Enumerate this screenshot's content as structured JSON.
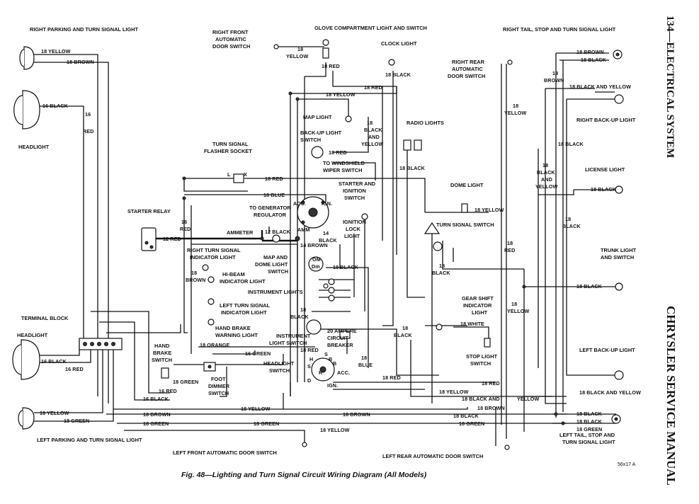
{
  "header": {
    "page_title": "134—ELECTRICAL SYSTEM",
    "manual_title": "CHRYSLER SERVICE MANUAL"
  },
  "caption": "Fig. 48—Lighting and Turn Signal Circuit Wiring Diagram (All Models)",
  "figure_ref": "56x17 A",
  "components": {
    "right_parking": "RIGHT PARKING AND TURN SIGNAL LIGHT",
    "headlight_upper": "HEADLIGHT",
    "headlight_lower": "HEADLIGHT",
    "terminal_block": "TERMINAL BLOCK",
    "left_parking": "LEFT PARKING AND TURN SIGNAL LIGHT",
    "rf_door_l1": "RIGHT FRONT",
    "rf_door_l2": "AUTOMATIC",
    "rf_door_l3": "DOOR SWITCH",
    "glove": "GLOVE COMPARTMENT LIGHT AND SWITCH",
    "clock": "CLOCK LIGHT",
    "rr_door_l1": "RIGHT REAR",
    "rr_door_l2": "AUTOMATIC",
    "rr_door_l3": "DOOR SWITCH",
    "right_tail": "RIGHT TAIL, STOP AND TURN SIGNAL LIGHT",
    "right_backup": "RIGHT BACK-UP LIGHT",
    "map_light": "MAP LIGHT",
    "backup_sw_l1": "BACK-UP LIGHT",
    "backup_sw_l2": "SWITCH",
    "wiper_l1": "TO WINDSHIELD",
    "wiper_l2": "WIPER SWITCH",
    "radio": "RADIO LIGHTS",
    "flasher_l1": "TURN SIGNAL",
    "flasher_l2": "FLASHER SOCKET",
    "starter_relay": "STARTER RELAY",
    "to_gen_l1": "TO GENERATOR",
    "to_gen_l2": "REGULATOR",
    "ammeter": "AMMETER",
    "ign_l1": "STARTER AND",
    "ign_l2": "IGNITION",
    "ign_l3": "SWITCH",
    "lock_l1": "IGNITION",
    "lock_l2": "LOCK",
    "lock_l3": "LIGHT",
    "dome": "DOME LIGHT",
    "license": "LICENSE LIGHT",
    "tsw": "TURN SIGNAL SWITCH",
    "rts_l1": "RIGHT TURN SIGNAL",
    "rts_l2": "INDICATOR LIGHT",
    "hibeam_l1": "HI-BEAM",
    "hibeam_l2": "INDICATOR LIGHT",
    "lts_l1": "LEFT TURN SIGNAL",
    "lts_l2": "INDICATOR LIGHT",
    "brake_warn_l1": "HAND BRAKE",
    "brake_warn_l2": "WARNING LIGHT",
    "map_dome_l1": "MAP AND",
    "map_dome_l2": "DOME LIGHT",
    "map_dome_l3": "SWITCH",
    "instr": "INSTRUMENT LIGHTS",
    "instr_sw_l1": "INSTRUMENT",
    "instr_sw_l2": "LIGHT SWITCH",
    "breaker_l1": "20 AMPERE",
    "breaker_l2": "CIRCUIT",
    "breaker_l3": "BREAKER",
    "head_sw_l1": "HEADLIGHT",
    "head_sw_l2": "SWITCH",
    "hb_sw_l1": "HAND",
    "hb_sw_l2": "BRAKE",
    "hb_sw_l3": "SWITCH",
    "dimmer_l1": "FOOT",
    "dimmer_l2": "DIMMER",
    "dimmer_l3": "SWITCH",
    "gear_l1": "GEAR SHIFT",
    "gear_l2": "INDICATOR",
    "gear_l3": "LIGHT",
    "stop_l1": "STOP LIGHT",
    "stop_l2": "SWITCH",
    "trunk_l1": "TRUNK LIGHT",
    "trunk_l2": "AND SWITCH",
    "left_backup": "LEFT BACK-UP LIGHT",
    "left_tail_l1": "LEFT TAIL, STOP AND",
    "left_tail_l2": "TURN SIGNAL LIGHT",
    "lf_door": "LEFT FRONT AUTOMATIC DOOR SWITCH",
    "lr_door": "LEFT REAR AUTOMATIC DOOR SWITCH"
  },
  "terminals": {
    "acc": "ACC.",
    "ign": "IGN.",
    "amm": "AMM",
    "l": "L",
    "x": "X",
    "om": "OM",
    "dm": "Dm",
    "h": "H",
    "b": "B",
    "s": "S",
    "r": "R",
    "acc2": "ACC.",
    "ign2": "IGN.",
    "d": "D",
    "ss": "S",
    "bb": "B"
  },
  "wires": {
    "w01": "18 YELLOW",
    "w02": "18 BROWN",
    "w03": "16 BLACK",
    "w04a": "16",
    "w04b": "RED",
    "w05": "16 BLACK",
    "w06": "16 RED",
    "w07": "18 YELLOW",
    "w08": "18 GREEN",
    "w09a": "18",
    "w09b": "YELLOW",
    "w10": "18 RED",
    "w11": "18 YELLOW",
    "w12": "18 RED",
    "w13": "18 BLACK",
    "w14a": "18",
    "w14b": "BLACK",
    "w14c": "AND",
    "w14d": "YELLOW",
    "w15": "18 RED",
    "w16": "18 BLACK",
    "w17": "18 RED",
    "w18": "18 BLUE",
    "w19": "12 RED",
    "w20a": "16",
    "w20b": "RED",
    "w21": "12 BLACK",
    "w22a": "14",
    "w22b": "BLACK",
    "w23": "14 BROWN",
    "w24a": "18",
    "w24b": "BROWN",
    "w25": "18 BLACK",
    "w26a": "18",
    "w26b": "BLACK",
    "w27a": "18",
    "w27b": "BLACK",
    "w28": "18 ORANGE",
    "w29": "16 GREEN",
    "w30": "18 RED",
    "w31a": "18",
    "w31b": "BLUE",
    "w32": "18 GREEN",
    "w33": "16 RED",
    "w34": "16 BLACK",
    "w35": "18 RED",
    "w36": "18 YELLOW",
    "w37": "18 BROWN",
    "w38": "18 GREEN",
    "w39": "18 YELLOW",
    "w40": "18 BROWN",
    "w41": "18 GREEN",
    "w42": "18 RED",
    "w43": "18 YELLOW",
    "w44": "18 BLACK AND",
    "w45": "YELLOW",
    "w46": "18 BROWN",
    "w47": "18 BLACK",
    "w48": "18 GREEN",
    "w49": "18 WHITE",
    "w50a": "18",
    "w50b": "BLACK",
    "w51a": "18",
    "w51b": "RED",
    "w52a": "18",
    "w52b": "YELLOW",
    "w53": "18 YELLOW",
    "w54a": "18",
    "w54b": "YELLOW",
    "w55a": "18",
    "w55b": "BROWN",
    "w56": "18 BROWN",
    "w57": "18 BLACK",
    "w58": "18 BLACK AND YELLOW",
    "w59": "18 BLACK",
    "w60a": "18",
    "w60b": "BLACK",
    "w60c": "AND",
    "w60d": "YELLOW",
    "w61": "18 BLACK",
    "w62a": "18",
    "w62b": "BLACK",
    "w63": "18 BLACK",
    "w64": "18 BLACK",
    "w65": "18 BLACK AND YELLOW",
    "w66": "18 BLACK",
    "w67": "18 GREEN"
  }
}
